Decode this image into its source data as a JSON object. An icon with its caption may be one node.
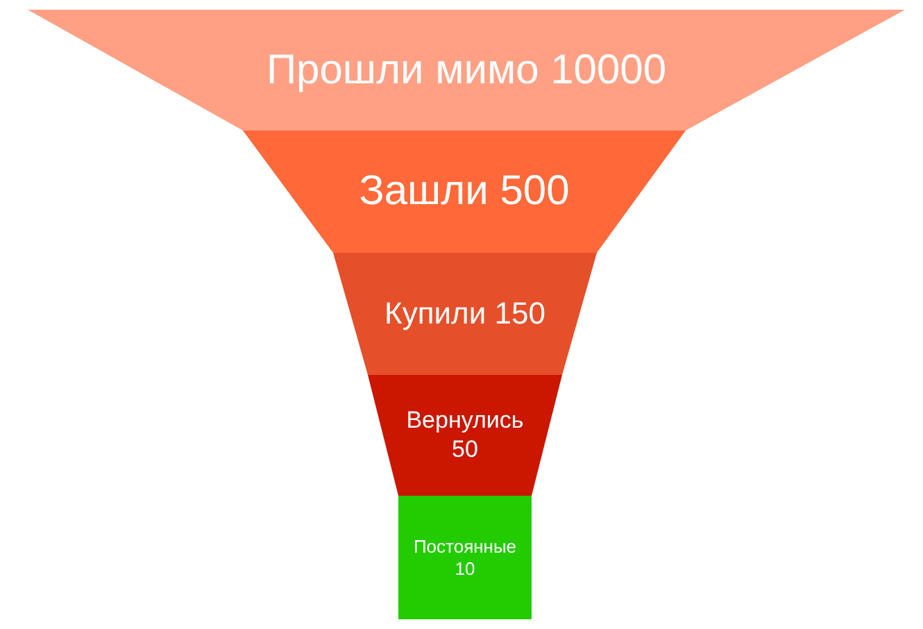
{
  "diagram": {
    "nodes": [
      {
        "text": [
          "Прошли мимо 10000"
        ]
      },
      {
        "text": [
          "Зашли 500"
        ]
      },
      {
        "text": [
          "Купили 150"
        ]
      },
      {
        "text": [
          "Вернулись 50"
        ]
      },
      {
        "text": [
          "Постоянные 10"
        ]
      }
    ]
  }
}
